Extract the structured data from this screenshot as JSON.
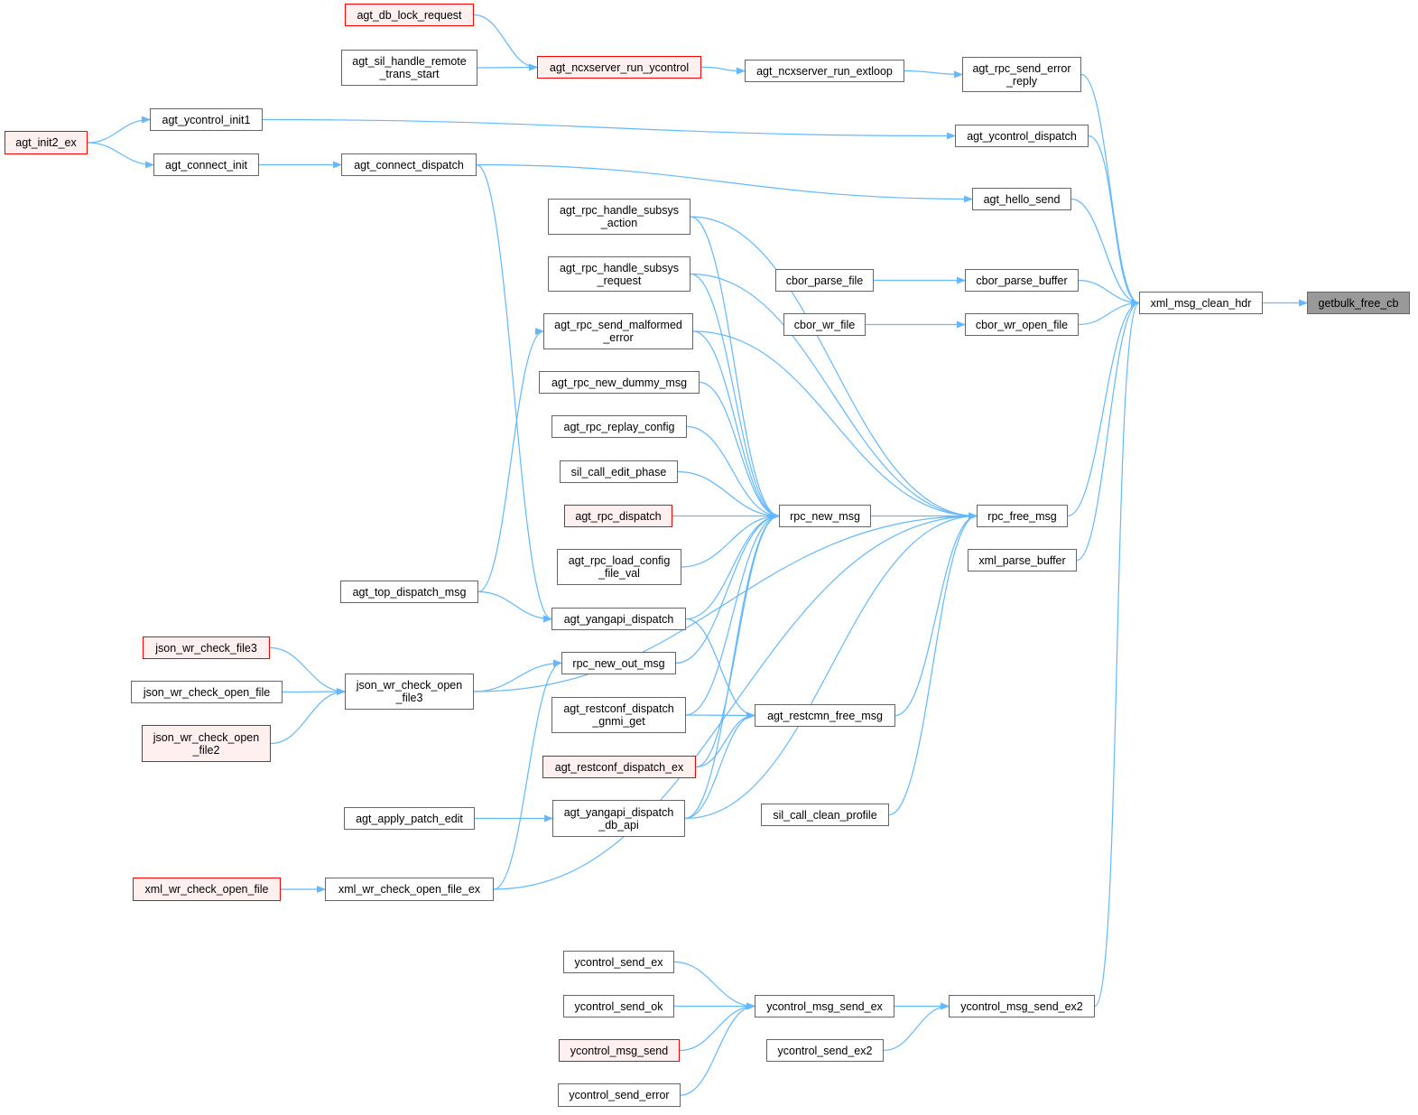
{
  "colors": {
    "edge": "#63b8ff",
    "border": "#666666",
    "red_border": "#ff0000",
    "red_fill": "#fff0f0",
    "focus_fill": "#999999"
  },
  "nodes": [
    {
      "id": "n1",
      "lines": [
        "agt_db_lock_request"
      ],
      "style": "red"
    },
    {
      "id": "n2",
      "lines": [
        "agt_sil_handle_remote",
        "_trans_start"
      ],
      "style": "normal"
    },
    {
      "id": "n3",
      "lines": [
        "agt_ncxserver_run_ycontrol"
      ],
      "style": "red"
    },
    {
      "id": "n4",
      "lines": [
        "agt_ncxserver_run_extloop"
      ],
      "style": "normal"
    },
    {
      "id": "n5",
      "lines": [
        "agt_rpc_send_error",
        "_reply"
      ],
      "style": "normal"
    },
    {
      "id": "n6",
      "lines": [
        "agt_init2_ex"
      ],
      "style": "red"
    },
    {
      "id": "n7",
      "lines": [
        "agt_ycontrol_init1"
      ],
      "style": "normal"
    },
    {
      "id": "n8",
      "lines": [
        "agt_connect_init"
      ],
      "style": "normal"
    },
    {
      "id": "n9",
      "lines": [
        "agt_connect_dispatch"
      ],
      "style": "normal"
    },
    {
      "id": "n10",
      "lines": [
        "agt_ycontrol_dispatch"
      ],
      "style": "normal"
    },
    {
      "id": "n11",
      "lines": [
        "agt_hello_send"
      ],
      "style": "normal"
    },
    {
      "id": "n12",
      "lines": [
        "agt_rpc_handle_subsys",
        "_action"
      ],
      "style": "normal"
    },
    {
      "id": "n13",
      "lines": [
        "agt_rpc_handle_subsys",
        "_request"
      ],
      "style": "normal"
    },
    {
      "id": "n14",
      "lines": [
        "cbor_parse_file"
      ],
      "style": "normal"
    },
    {
      "id": "n15",
      "lines": [
        "cbor_parse_buffer"
      ],
      "style": "normal"
    },
    {
      "id": "n16",
      "lines": [
        "xml_msg_clean_hdr"
      ],
      "style": "normal"
    },
    {
      "id": "n17",
      "lines": [
        "getbulk_free_cb"
      ],
      "style": "focus"
    },
    {
      "id": "n18",
      "lines": [
        "cbor_wr_file"
      ],
      "style": "normal"
    },
    {
      "id": "n19",
      "lines": [
        "cbor_wr_open_file"
      ],
      "style": "normal"
    },
    {
      "id": "n20",
      "lines": [
        "agt_rpc_send_malformed",
        "_error"
      ],
      "style": "normal"
    },
    {
      "id": "n21",
      "lines": [
        "agt_rpc_new_dummy_msg"
      ],
      "style": "normal"
    },
    {
      "id": "n22",
      "lines": [
        "agt_rpc_replay_config"
      ],
      "style": "normal"
    },
    {
      "id": "n23",
      "lines": [
        "sil_call_edit_phase"
      ],
      "style": "normal"
    },
    {
      "id": "n24",
      "lines": [
        "agt_rpc_dispatch"
      ],
      "style": "red"
    },
    {
      "id": "n25",
      "lines": [
        "rpc_new_msg"
      ],
      "style": "normal"
    },
    {
      "id": "n26",
      "lines": [
        "rpc_free_msg"
      ],
      "style": "normal"
    },
    {
      "id": "n27",
      "lines": [
        "xml_parse_buffer"
      ],
      "style": "normal"
    },
    {
      "id": "n28",
      "lines": [
        "agt_rpc_load_config",
        "_file_val"
      ],
      "style": "normal"
    },
    {
      "id": "n29",
      "lines": [
        "agt_top_dispatch_msg"
      ],
      "style": "normal"
    },
    {
      "id": "n30",
      "lines": [
        "agt_yangapi_dispatch"
      ],
      "style": "normal"
    },
    {
      "id": "n31",
      "lines": [
        "json_wr_check_file3"
      ],
      "style": "red"
    },
    {
      "id": "n32",
      "lines": [
        "json_wr_check_open_file"
      ],
      "style": "normal"
    },
    {
      "id": "n33",
      "lines": [
        "json_wr_check_open",
        "_file3"
      ],
      "style": "normal"
    },
    {
      "id": "n34",
      "lines": [
        "rpc_new_out_msg"
      ],
      "style": "normal"
    },
    {
      "id": "n35",
      "lines": [
        "json_wr_check_open",
        "_file2"
      ],
      "style": "red"
    },
    {
      "id": "n36",
      "lines": [
        "agt_restconf_dispatch",
        "_gnmi_get"
      ],
      "style": "normal"
    },
    {
      "id": "n37",
      "lines": [
        "agt_restcmn_free_msg"
      ],
      "style": "normal"
    },
    {
      "id": "n38",
      "lines": [
        "agt_restconf_dispatch_ex"
      ],
      "style": "red"
    },
    {
      "id": "n39",
      "lines": [
        "sil_call_clean_profile"
      ],
      "style": "normal"
    },
    {
      "id": "n40",
      "lines": [
        "agt_apply_patch_edit"
      ],
      "style": "normal"
    },
    {
      "id": "n41",
      "lines": [
        "agt_yangapi_dispatch",
        "_db_api"
      ],
      "style": "normal"
    },
    {
      "id": "n42",
      "lines": [
        "xml_wr_check_open_file"
      ],
      "style": "red"
    },
    {
      "id": "n43",
      "lines": [
        "xml_wr_check_open_file_ex"
      ],
      "style": "normal"
    },
    {
      "id": "n44",
      "lines": [
        "ycontrol_send_ex"
      ],
      "style": "normal"
    },
    {
      "id": "n45",
      "lines": [
        "ycontrol_send_ok"
      ],
      "style": "normal"
    },
    {
      "id": "n46",
      "lines": [
        "ycontrol_msg_send_ex"
      ],
      "style": "normal"
    },
    {
      "id": "n47",
      "lines": [
        "ycontrol_msg_send_ex2"
      ],
      "style": "normal"
    },
    {
      "id": "n48",
      "lines": [
        "ycontrol_msg_send"
      ],
      "style": "red"
    },
    {
      "id": "n49",
      "lines": [
        "ycontrol_send_ex2"
      ],
      "style": "normal"
    },
    {
      "id": "n50",
      "lines": [
        "ycontrol_send_error"
      ],
      "style": "normal"
    }
  ],
  "edges": [
    [
      "n1",
      "n3"
    ],
    [
      "n2",
      "n3"
    ],
    [
      "n3",
      "n4"
    ],
    [
      "n4",
      "n5"
    ],
    [
      "n5",
      "n16"
    ],
    [
      "n6",
      "n7"
    ],
    [
      "n6",
      "n8"
    ],
    [
      "n7",
      "n10"
    ],
    [
      "n8",
      "n9"
    ],
    [
      "n9",
      "n11"
    ],
    [
      "n10",
      "n16"
    ],
    [
      "n11",
      "n16"
    ],
    [
      "n14",
      "n15"
    ],
    [
      "n15",
      "n16"
    ],
    [
      "n18",
      "n19"
    ],
    [
      "n19",
      "n16"
    ],
    [
      "n16",
      "n17"
    ],
    [
      "n26",
      "n16"
    ],
    [
      "n27",
      "n16"
    ],
    [
      "n47",
      "n16"
    ],
    [
      "n25",
      "n26"
    ],
    [
      "n12",
      "n25"
    ],
    [
      "n12",
      "n26"
    ],
    [
      "n13",
      "n25"
    ],
    [
      "n13",
      "n26"
    ],
    [
      "n20",
      "n25"
    ],
    [
      "n20",
      "n26"
    ],
    [
      "n21",
      "n25"
    ],
    [
      "n22",
      "n25"
    ],
    [
      "n23",
      "n25"
    ],
    [
      "n24",
      "n25"
    ],
    [
      "n28",
      "n25"
    ],
    [
      "n30",
      "n25"
    ],
    [
      "n34",
      "n25"
    ],
    [
      "n36",
      "n25"
    ],
    [
      "n41",
      "n25"
    ],
    [
      "n37",
      "n26"
    ],
    [
      "n30",
      "n37"
    ],
    [
      "n36",
      "n37"
    ],
    [
      "n38",
      "n37"
    ],
    [
      "n38",
      "n25"
    ],
    [
      "n41",
      "n37"
    ],
    [
      "n41",
      "n26"
    ],
    [
      "n39",
      "n26"
    ],
    [
      "n33",
      "n26"
    ],
    [
      "n33",
      "n34"
    ],
    [
      "n43",
      "n26"
    ],
    [
      "n43",
      "n34"
    ],
    [
      "n29",
      "n30"
    ],
    [
      "n29",
      "n20"
    ],
    [
      "n9",
      "n30"
    ],
    [
      "n31",
      "n33"
    ],
    [
      "n32",
      "n33"
    ],
    [
      "n35",
      "n33"
    ],
    [
      "n40",
      "n41"
    ],
    [
      "n42",
      "n43"
    ],
    [
      "n44",
      "n46"
    ],
    [
      "n45",
      "n46"
    ],
    [
      "n48",
      "n46"
    ],
    [
      "n50",
      "n46"
    ],
    [
      "n46",
      "n47"
    ],
    [
      "n49",
      "n47"
    ]
  ]
}
